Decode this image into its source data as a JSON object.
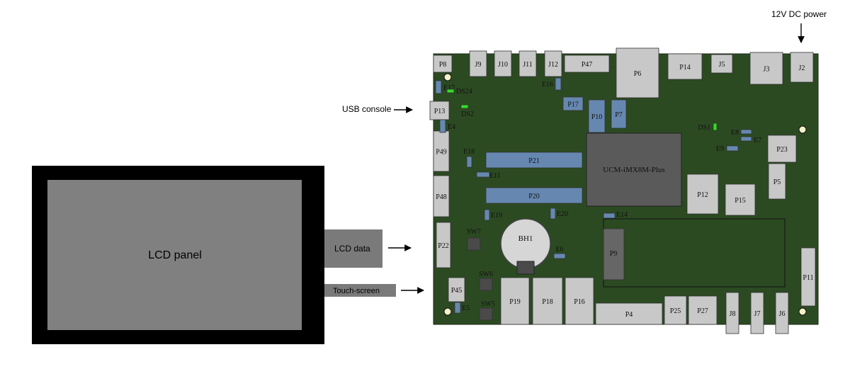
{
  "annotations": {
    "power": "12V DC power",
    "usb_console": "USB console",
    "lcd_data": "LCD data",
    "touch_screen": "Touch-screen"
  },
  "lcd": {
    "label": "LCD panel"
  },
  "board": {
    "module": "UCM-iMX8M-Plus",
    "top_connectors": [
      "P8",
      "J9",
      "J10",
      "J11",
      "J12",
      "P47",
      "P6",
      "P14",
      "J5",
      "J3",
      "J2"
    ],
    "left_connectors": [
      "P13",
      "P49",
      "P48",
      "P22",
      "P45"
    ],
    "bottom_connectors": [
      "P19",
      "P18",
      "P16",
      "P4",
      "P25",
      "P27",
      "J8",
      "J7",
      "J6"
    ],
    "right_connectors": [
      "P23",
      "P5",
      "P12",
      "P15",
      "P11"
    ],
    "slots": [
      "P21",
      "P20"
    ],
    "blue_parts": [
      "P17",
      "P10",
      "P7",
      "P9"
    ],
    "jumpers": [
      "E17",
      "E16",
      "E4",
      "E18",
      "E11",
      "E19",
      "E20",
      "E6",
      "E14",
      "E8",
      "E7",
      "E9",
      "E5"
    ],
    "leds": [
      "DS24",
      "DS2",
      "DS1"
    ],
    "switches": [
      "SW7",
      "SW6",
      "SW5"
    ],
    "battery": "BH1"
  },
  "colors": {
    "pcb": "#2c4a22",
    "connector": "#c8c8c8",
    "blue_part": "#6688b0",
    "chip": "#5a5a5a",
    "led": "#33dd22",
    "lcd_bezel": "#000000",
    "lcd_screen": "#808080",
    "cable": "#7a7a7a"
  }
}
